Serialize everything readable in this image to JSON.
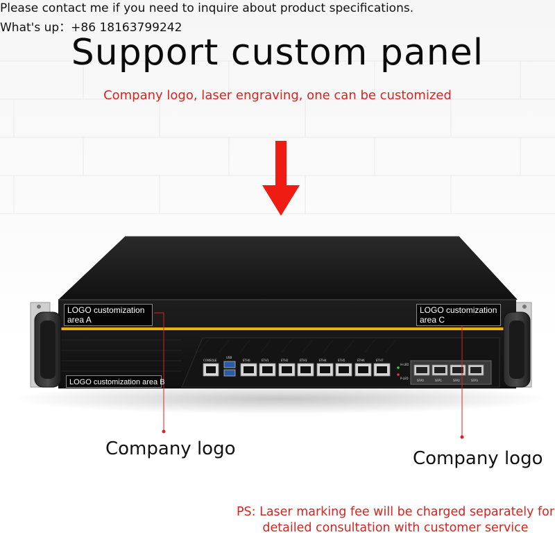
{
  "contact": {
    "line1": "Please contact me if you need to inquire about product specifications.",
    "line2": "What's up：+86 18163799242"
  },
  "title": "Support custom panel",
  "subtitle": "Company logo, laser engraving, one can be customized",
  "labels": {
    "area_a_line1": "LOGO customization",
    "area_a_line2": "area A",
    "area_b": "LOGO customization area B",
    "area_c_line1": "LOGO customization",
    "area_c_line2": "area C"
  },
  "callouts": {
    "left": "Company logo",
    "right": "Company logo"
  },
  "note": {
    "line1": "PS: Laser marking fee will be charged separately for",
    "line2": "detailed consultation with customer service"
  },
  "ports": {
    "console": "CONSOLE",
    "usb": "USB",
    "eth": [
      "ETH0",
      "ETH1",
      "ETH2",
      "ETH3",
      "ETH4",
      "ETH5",
      "ETH6",
      "ETH7"
    ],
    "sfp": [
      "SFP0",
      "SFP1",
      "SFP2",
      "SFP3"
    ],
    "led_top": "H-LED",
    "led_bottom": "P-LED"
  },
  "colors": {
    "accent_red": "#d8231f",
    "stripe_yellow": "#e8b10c",
    "chassis": "#1b1b1b"
  }
}
